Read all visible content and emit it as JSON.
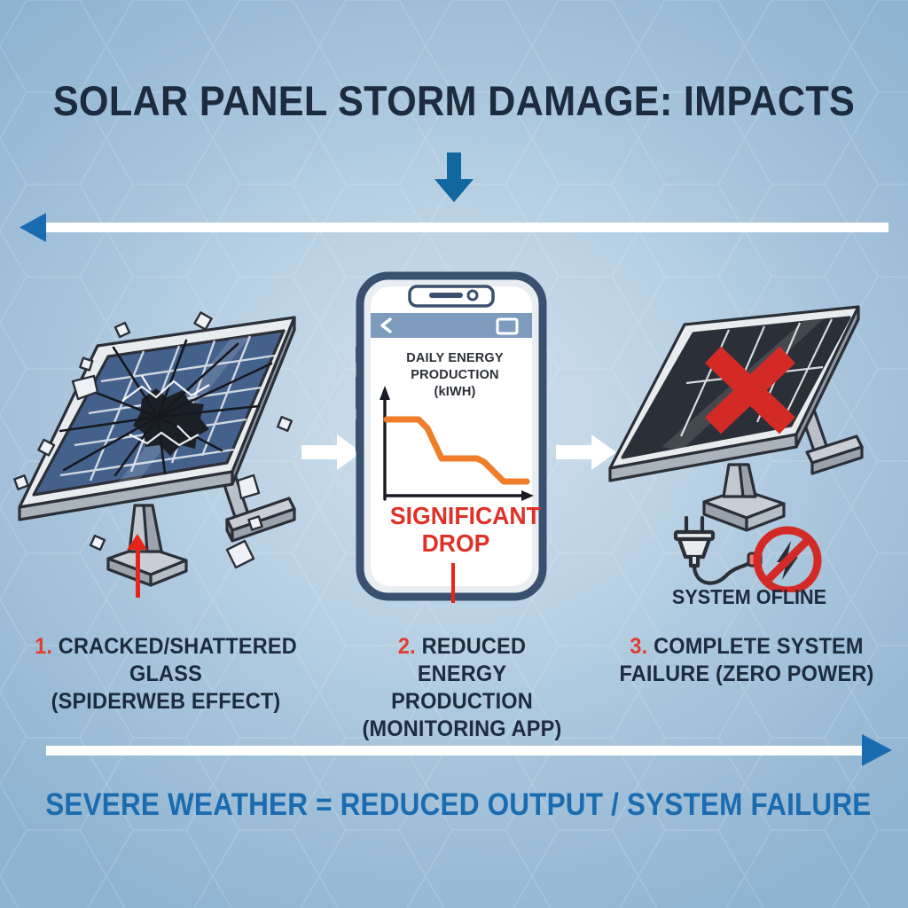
{
  "header": {
    "title": "SOLAR PANEL STORM DAMAGE: IMPACTS",
    "down_arrow_icon": "arrow-down-icon",
    "top_rule_icon": "arrow-left-rule",
    "bottom_rule_icon": "arrow-right-rule"
  },
  "colors": {
    "background_light": "#cfdfec",
    "background_dark": "#8fb4d1",
    "title": "#1c2b3d",
    "accent_blue": "#1a6cb0",
    "accent_red": "#e23b30",
    "chart_orange": "#ef7d29",
    "panel_blue": "#44618c",
    "panel_dark": "#2b3038"
  },
  "steps": [
    {
      "index": "1.",
      "caption_line1": "CRACKED/SHATTERED GLASS",
      "caption_line2": "(SPIDERWEB EFFECT)",
      "art": "cracked-solar-panel",
      "pointer": "red-up-arrow"
    },
    {
      "index": "2.",
      "caption_line1": "REDUCED ENERGY",
      "caption_line2": "PRODUCTION",
      "caption_line3": "(MONITORING APP)",
      "art": "smartphone-monitoring-app",
      "pointer": "red-vertical-line"
    },
    {
      "index": "3.",
      "caption_line1": "COMPLETE SYSTEM",
      "caption_line2": "FAILURE (ZERO POWER)",
      "art": "dead-solar-panel",
      "status_label": "SYSTEM OFLINE"
    }
  ],
  "connectors": [
    {
      "icon": "arrow-right-icon"
    },
    {
      "icon": "arrow-right-icon"
    }
  ],
  "phone": {
    "back_icon": "chevron-left-icon",
    "window_icon": "window-icon",
    "screen_title_line1": "DAILY ENERGY",
    "screen_title_line2": "PRODUCTION (kIWH)",
    "alert_line1": "SIGNIFICANT",
    "alert_line2": "DROP"
  },
  "chart_data": {
    "type": "line",
    "title": "DAILY ENERGY PRODUCTION (kIWH)",
    "xlabel": "",
    "ylabel": "",
    "grid": false,
    "legend": null,
    "x": [
      0,
      22,
      30,
      42,
      70,
      78,
      92,
      100
    ],
    "values": [
      78,
      78,
      72,
      40,
      40,
      38,
      18,
      18
    ],
    "ylim": [
      0,
      100
    ],
    "xlim": [
      0,
      100
    ],
    "annotation": "SIGNIFICANT DROP",
    "series_color": "#ef7d29"
  },
  "footer": {
    "text": "SEVERE WEATHER = REDUCED OUTPUT / SYSTEM FAILURE"
  }
}
